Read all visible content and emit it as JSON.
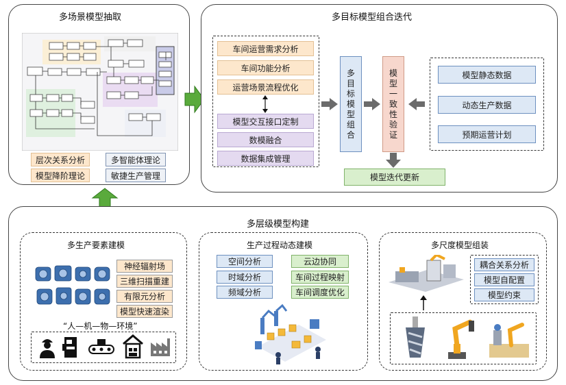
{
  "top_left": {
    "title": "多场景模型抽取",
    "tags": [
      "层次关系分析",
      "多智能体理论",
      "模型降阶理论",
      "敏捷生产管理"
    ]
  },
  "top_right": {
    "title": "多目标模型组合迭代",
    "left_boxes_top": [
      "车间运营需求分析",
      "车间功能分析",
      "运营场景流程优化"
    ],
    "left_boxes_bottom": [
      "模型交互接口定制",
      "数模融合",
      "数据集成管理"
    ],
    "combine_box": [
      "多",
      "目",
      "标",
      "模",
      "型",
      "组",
      "合"
    ],
    "verify_box": [
      "模",
      "型",
      "一",
      "致",
      "性",
      "验",
      "证"
    ],
    "right_boxes": [
      "模型静态数据",
      "动态生产数据",
      "预期运营计划"
    ],
    "update_box": "模型迭代更新"
  },
  "bottom": {
    "title": "多层级模型构建",
    "sec1": {
      "title": "多生产要素建模",
      "boxes": [
        "神经辐射场",
        "三维扫描重建",
        "有限元分析",
        "模型快速渲染"
      ],
      "quote": "“人—机—物—环境”"
    },
    "sec2": {
      "title": "生产过程动态建模",
      "left": [
        "空间分析",
        "时域分析",
        "频域分析"
      ],
      "right": [
        "云边协同",
        "车间过程映射",
        "车间调度优化"
      ]
    },
    "sec3": {
      "title": "多尺度模型组装",
      "boxes": [
        "耦合关系分析",
        "模型自配置",
        "模型约束"
      ]
    }
  }
}
